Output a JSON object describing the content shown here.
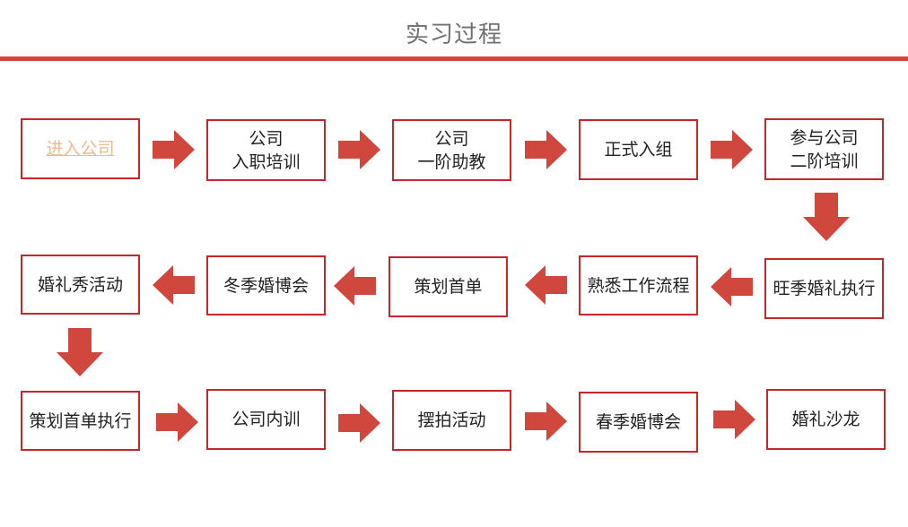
{
  "title": "实习过程",
  "colors": {
    "accent": "#d0473d",
    "box_border": "#c8252a",
    "link_text": "#f0b98a"
  },
  "steps": [
    {
      "label": "进入公司"
    },
    {
      "label": "公司\n入职培训"
    },
    {
      "label": "公司\n一阶助教"
    },
    {
      "label": "正式入组"
    },
    {
      "label": "参与公司\n二阶培训"
    },
    {
      "label": "旺季婚礼执行"
    },
    {
      "label": "熟悉工作流程"
    },
    {
      "label": "策划首单"
    },
    {
      "label": "冬季婚博会"
    },
    {
      "label": "婚礼秀活动"
    },
    {
      "label": "策划首单执行"
    },
    {
      "label": "公司内训"
    },
    {
      "label": "摆拍活动"
    },
    {
      "label": "春季婚博会"
    },
    {
      "label": "婚礼沙龙"
    }
  ]
}
